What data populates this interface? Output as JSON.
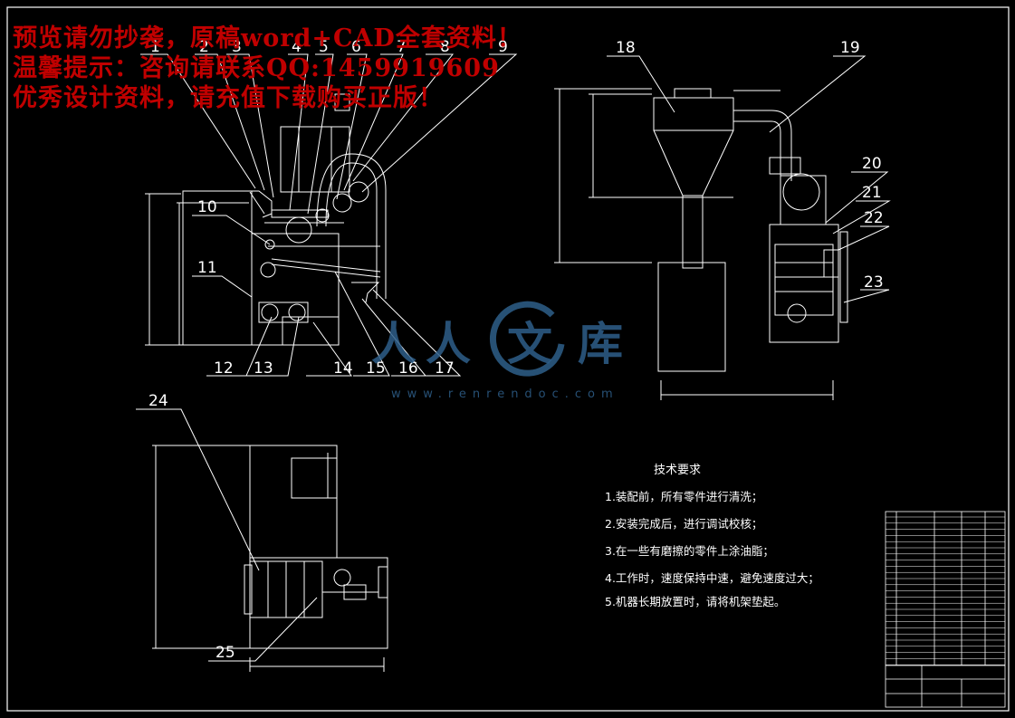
{
  "watermark": {
    "line1": "预览请勿抄袭，原稿word+CAD全套资料！",
    "line2": "温馨提示：咨询请联系QQ:1459919609",
    "line3": "优秀设计资料，请充值下载购买正版！"
  },
  "part_labels": [
    "1",
    "2",
    "3",
    "4",
    "5",
    "6",
    "7",
    "8",
    "9",
    "10",
    "11",
    "12",
    "13",
    "14",
    "15",
    "16",
    "17",
    "18",
    "19",
    "20",
    "21",
    "22",
    "23",
    "24",
    "25"
  ],
  "technical_requirements": {
    "title": "技术要求",
    "items": [
      "1.装配前，所有零件进行清洗；",
      "2.安装完成后，进行调试校核；",
      "3.在一些有磨擦的零件上涂油脂；",
      "4.工作时，速度保持中速，避免速度过大；",
      "5.机器长期放置时，请将机架垫起。"
    ]
  },
  "logo": {
    "chars": [
      "人",
      "人",
      "文",
      "库"
    ],
    "url": "www.renrendoc.com"
  },
  "colors": {
    "background": "#000000",
    "line": "#ffffff",
    "watermark": "#c00000",
    "logo": "#2e5f8a"
  }
}
